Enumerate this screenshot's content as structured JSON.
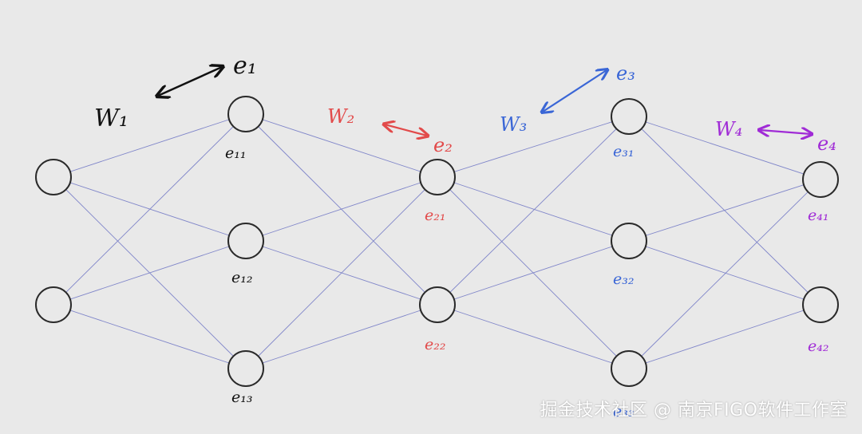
{
  "colors": {
    "background": "#e9e9e9",
    "edge": "#7f85c9",
    "node": "#2a2a2a",
    "layer1": "#111111",
    "layer2": "#e24a4a",
    "layer3": "#3a66d6",
    "layer4": "#a02bd6"
  },
  "labels": {
    "w1": "W₁",
    "e1": "e₁",
    "w2": "W₂",
    "e2": "e₂",
    "w3": "W₃",
    "e3": "e₃",
    "w4": "W₄",
    "e4": "e₄",
    "e11": "e₁₁",
    "e12": "e₁₂",
    "e13": "e₁₃",
    "e21": "e₂₁",
    "e22": "e₂₂",
    "e31": "e₃₁",
    "e32": "e₃₂",
    "e33": "e₃₃",
    "e41": "e₄₁",
    "e42": "e₄₂"
  },
  "watermark": "掘金技术社区 @ 南京FIGO软件工作室"
}
